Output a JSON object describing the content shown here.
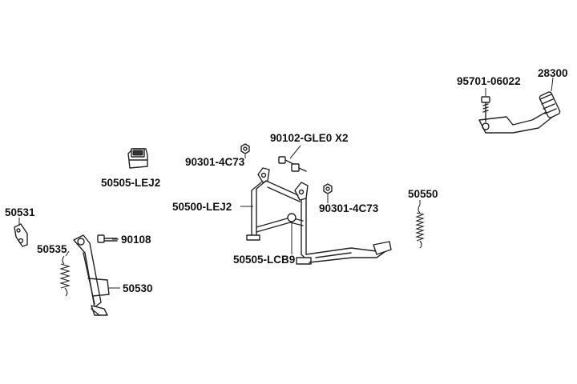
{
  "labels": {
    "p95701": "95701-06022",
    "p28300": "28300",
    "p90102": "90102-GLE0 X2",
    "p90301a": "90301-4C73",
    "p50505lej2": "50505-LEJ2",
    "p50500": "50500-LEJ2",
    "p90301b": "90301-4C73",
    "p50550": "50550",
    "p50531": "50531",
    "p90108": "90108",
    "p50535": "50535",
    "p50505lcb9": "50505-LCB9",
    "p50530": "50530"
  }
}
